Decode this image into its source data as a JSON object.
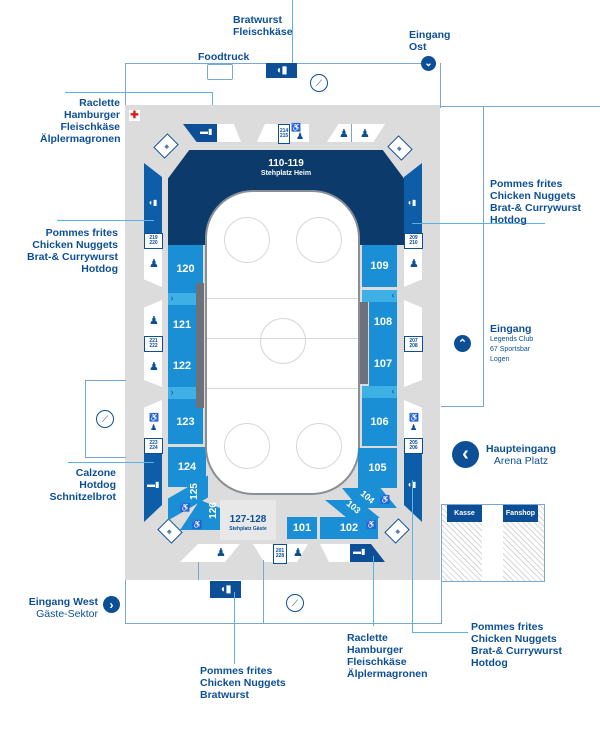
{
  "title": "Arena Stadionplan",
  "labels": {
    "bratwurst_top": [
      "Bratwurst",
      "Fleischkäse"
    ],
    "foodtruck": "Foodtruck",
    "eingang_ost": [
      "Eingang",
      "Ost"
    ],
    "raclette_top": [
      "Raclette",
      "Hamburger",
      "Fleischkäse",
      "Älplermagronen"
    ],
    "pommes_left": [
      "Pommes frites",
      "Chicken Nuggets",
      "Brat-& Currywurst",
      "Hotdog"
    ],
    "pommes_right": [
      "Pommes frites",
      "Chicken Nuggets",
      "Brat-& Currywurst",
      "Hotdog"
    ],
    "calzone": [
      "Calzone",
      "Hotdog",
      "Schnitzelbrot"
    ],
    "eingang_legends": {
      "title": "Eingang",
      "lines": [
        "Legends Club",
        "67 Sportsbar",
        "Logen"
      ]
    },
    "haupteingang": {
      "title": "Haupteingang",
      "sub": "Arena Platz"
    },
    "eingang_west": {
      "title": "Eingang West",
      "sub": "Gäste-Sektor"
    },
    "pommes_bottom": [
      "Pommes frites",
      "Chicken Nuggets",
      "Bratwurst"
    ],
    "raclette_bottom": [
      "Raclette",
      "Hamburger",
      "Fleischkäse",
      "Älplermagronen"
    ],
    "pommes_bottom_right": [
      "Pommes frites",
      "Chicken Nuggets",
      "Brat-& Currywurst",
      "Hotdog"
    ],
    "kasse": "Kasse",
    "fanshop": "Fanshop"
  },
  "sections": {
    "stehplatz_heim": {
      "number": "110-119",
      "name": "Stehplatz Heim"
    },
    "stehplatz_gaeste": {
      "number": "127-128",
      "name": "Stehplatz Gäste"
    },
    "s120": "120",
    "s121": "121",
    "s122": "122",
    "s123": "123",
    "s124": "124",
    "s125": "125",
    "s126": "126",
    "s109": "109",
    "s108": "108",
    "s107": "107",
    "s106": "106",
    "s105": "105",
    "s104": "104",
    "s103": "103",
    "s102": "102",
    "s101": "101"
  },
  "codes": {
    "c214": [
      "214",
      "215"
    ],
    "c219": [
      "219",
      "220"
    ],
    "c221": [
      "221",
      "222"
    ],
    "c223": [
      "223",
      "224"
    ],
    "c209": [
      "209",
      "210"
    ],
    "c207": [
      "207",
      "208"
    ],
    "c205": [
      "205",
      "206"
    ],
    "c201": [
      "201",
      "228"
    ]
  },
  "icons": {
    "drinks": "drinks-icon",
    "food": "food-icon",
    "toilet": "toilet-icon",
    "wheelchair": "wheelchair-icon",
    "smoking": "smoking-icon",
    "first_aid": "first-aid-icon",
    "foodtruck": "foodtruck-icon",
    "entrance_arrow": "entrance-arrow-icon"
  },
  "glyphs": {
    "drink": "◖▮",
    "food": "▬▮",
    "person": "♟",
    "wheel": "♿",
    "cross": "✚",
    "chev_down": "⌄",
    "chev_up": "⌃",
    "chev_left": "‹",
    "chev_right": "›",
    "smoke": "⊘",
    "truck": "⛟"
  },
  "colors": {
    "brand_blue": "#0d4f97",
    "section_blue": "#1a8fd6",
    "stehplatz_dark": "#0b3a6b",
    "concourse_gray": "#dcdcdc"
  }
}
